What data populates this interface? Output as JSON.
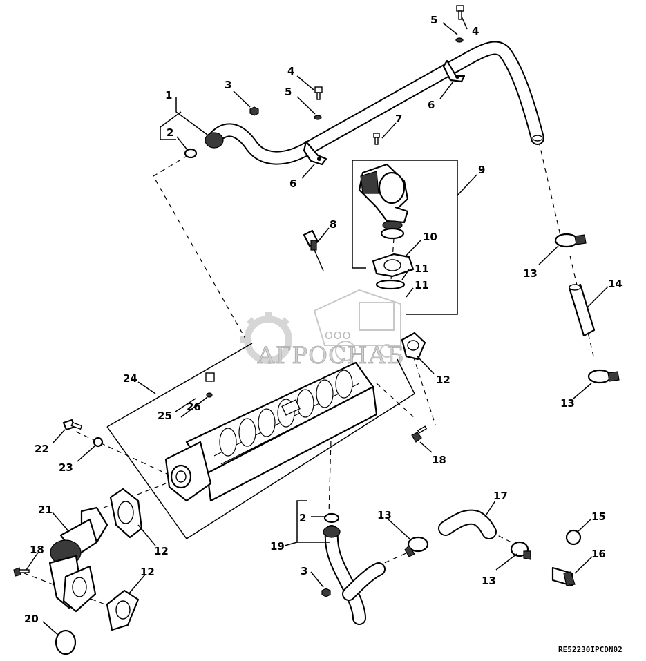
{
  "watermark": {
    "line1": "ООО",
    "line2": "АГРОСНАБ"
  },
  "reference_code": "RE52230IPCDN02",
  "callouts": {
    "c1": "1",
    "c2a": "2",
    "c3a": "3",
    "c4a": "4",
    "c5a": "5",
    "c6a": "6",
    "c5b": "5",
    "c4b": "4",
    "c6b": "6",
    "c7": "7",
    "c8": "8",
    "c9": "9",
    "c10": "10",
    "c11a": "11",
    "c11b": "11",
    "c12a": "12",
    "c13a": "13",
    "c14": "14",
    "c13b": "13",
    "c24": "24",
    "c25": "25",
    "c26": "26",
    "c22": "22",
    "c23": "23",
    "c18a": "18",
    "c21": "21",
    "c12b": "12",
    "c18b": "18",
    "c12c": "12",
    "c20": "20",
    "c2b": "2",
    "c19": "19",
    "c3b": "3",
    "c13c": "13",
    "c13d": "13",
    "c17": "17",
    "c15": "15",
    "c16": "16"
  }
}
